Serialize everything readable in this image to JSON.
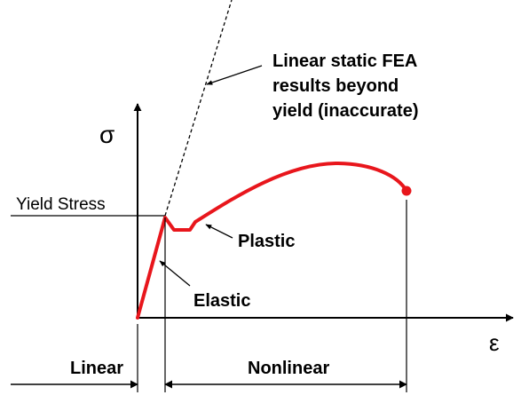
{
  "labels": {
    "y_axis_symbol": "σ",
    "x_axis_symbol": "ε",
    "yield_stress": "Yield Stress",
    "plastic": "Plastic",
    "elastic": "Elastic",
    "linear": "Linear",
    "nonlinear": "Nonlinear"
  },
  "annotation": {
    "line1": "Linear static FEA",
    "line2": "results beyond",
    "line3": "yield (inaccurate)"
  },
  "colors": {
    "curve": "#e8161c",
    "axis": "#000000"
  }
}
